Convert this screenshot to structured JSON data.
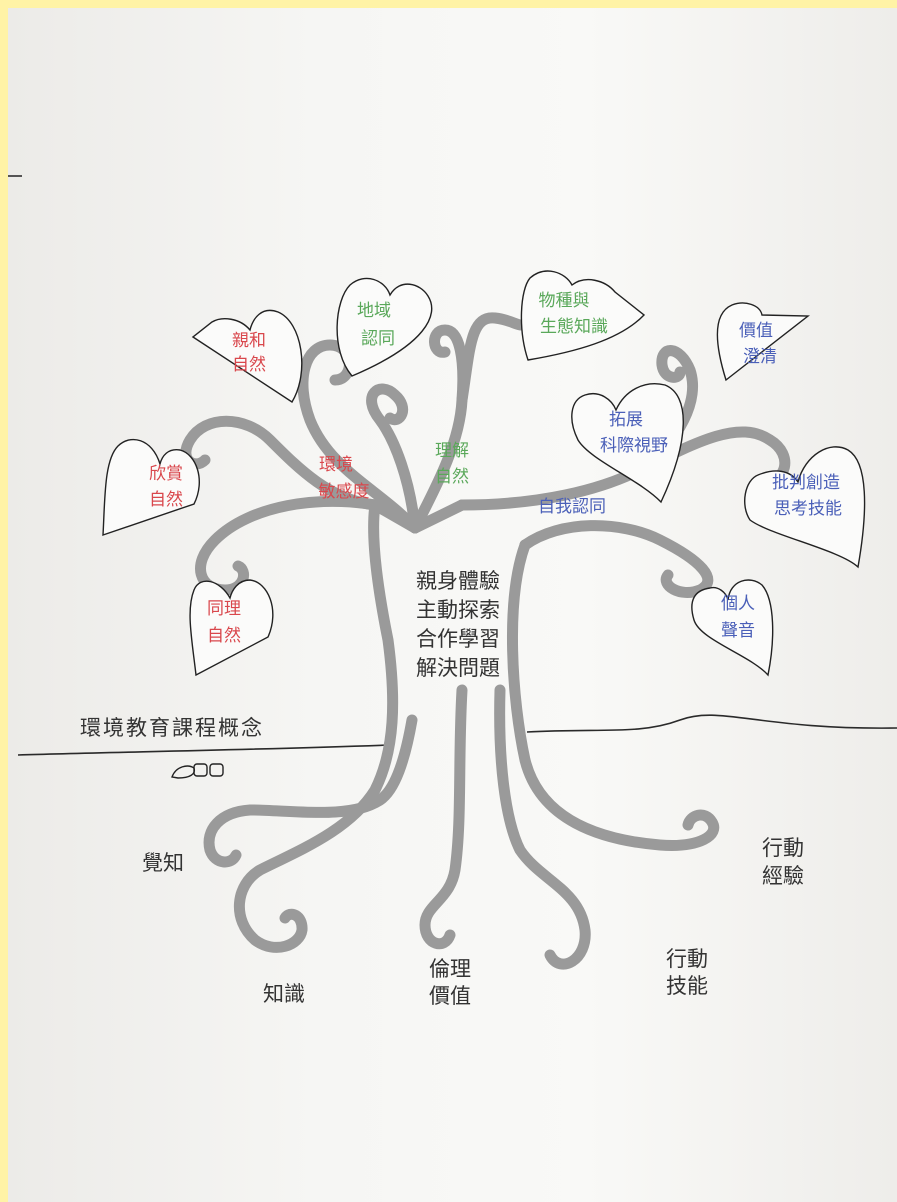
{
  "title": "環境教育課程概念",
  "colors": {
    "awareness": "#d9474c",
    "knowledge": "#5aa85a",
    "value": "#4a5fb8",
    "trunk": "#9a9a9a",
    "text": "#333333",
    "border": "#fff3a6"
  },
  "trunk_text": [
    "親身體驗",
    "主動探索",
    "合作學習",
    "解決問題"
  ],
  "hearts": {
    "qinhe": [
      "親和",
      "自然"
    ],
    "xinshang": [
      "欣賞",
      "自然"
    ],
    "tongli": [
      "同理",
      "自然"
    ],
    "diyu": [
      "地域",
      "認同"
    ],
    "wuzhong": [
      "物種與",
      "生態知識"
    ],
    "jiazhi": [
      "價值",
      "澄清"
    ],
    "tuozhan": [
      "拓展",
      "科際視野"
    ],
    "pipan": [
      "批判創造",
      "思考技能"
    ],
    "geren": [
      "個人",
      "聲音"
    ]
  },
  "branch_labels": {
    "huanjing": [
      "環境",
      "敏感度"
    ],
    "lijie": [
      "理解",
      "自然"
    ],
    "ziwo": "自我認同"
  },
  "roots": {
    "juezhi": "覺知",
    "zhishi": "知識",
    "lunli": [
      "倫理",
      "價值"
    ],
    "xingdong_jineng": [
      "行動",
      "技能"
    ],
    "xingdong_jingyan": [
      "行動",
      "經驗"
    ]
  }
}
